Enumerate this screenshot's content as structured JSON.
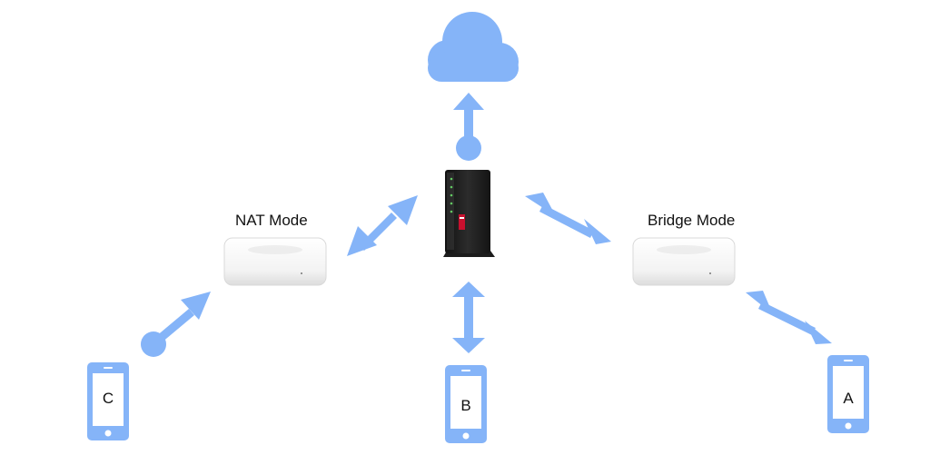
{
  "nodes": {
    "nat_mode_label": "NAT Mode",
    "bridge_mode_label": "Bridge Mode",
    "phone_c_label": "C",
    "phone_b_label": "B",
    "phone_a_label": "A"
  },
  "colors": {
    "accent": "#85b4f8",
    "router_body": "#222222",
    "router_brand_red": "#c8102e",
    "base_station": "#f4f4f4",
    "text": "#111111"
  },
  "icons": {
    "cloud": "cloud-icon",
    "router": "modem-router-icon",
    "base_station": "airport-express-icon",
    "phone": "smartphone-icon"
  }
}
